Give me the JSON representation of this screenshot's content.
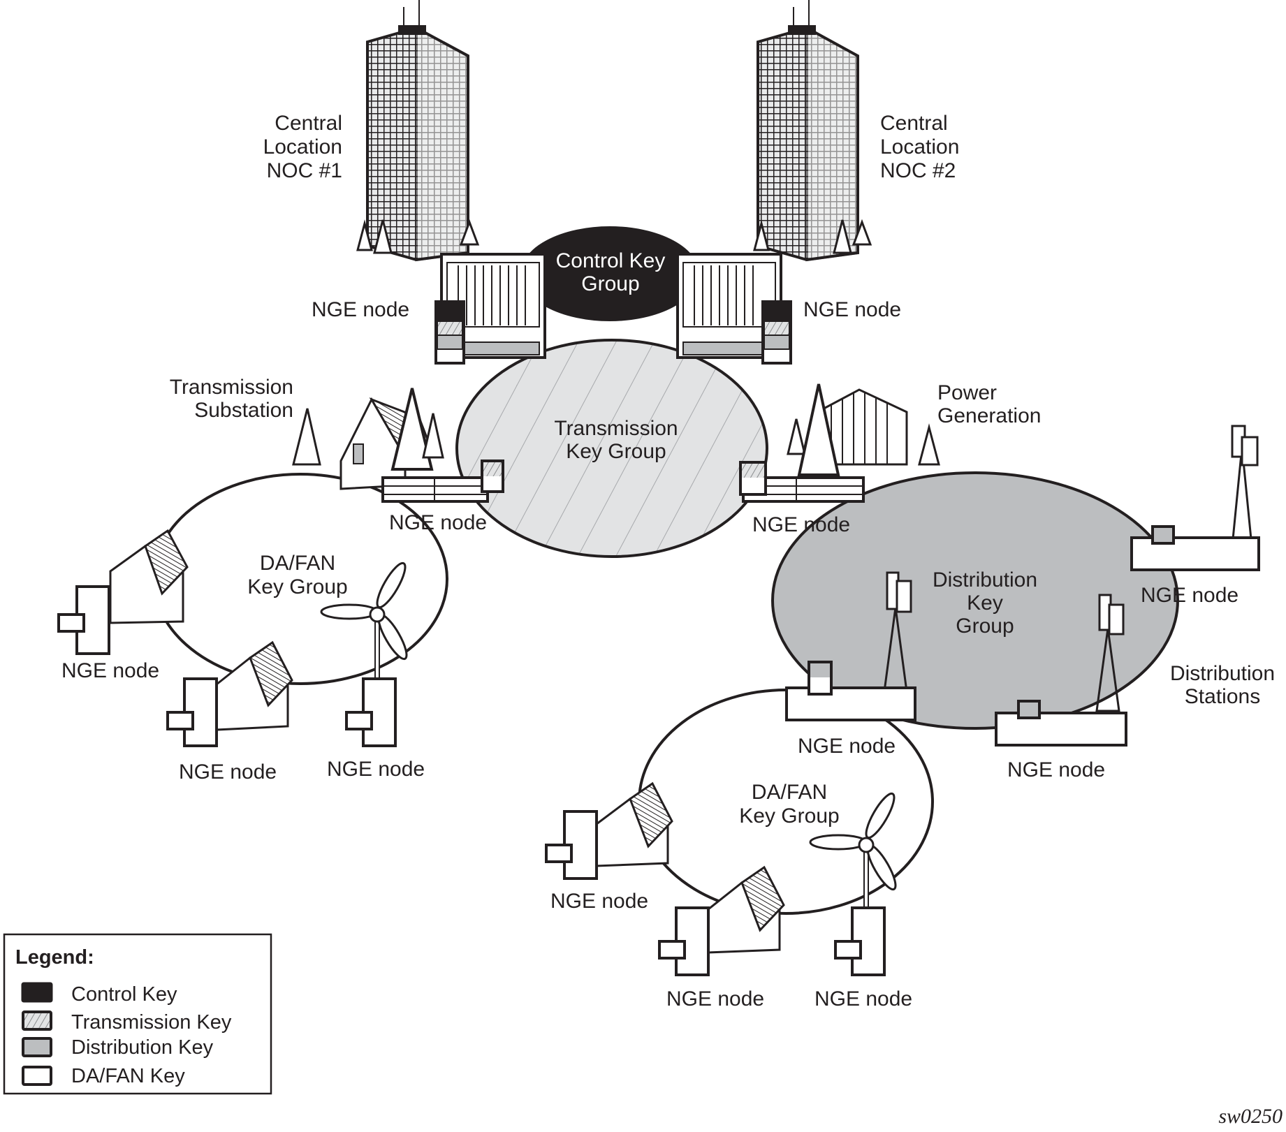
{
  "figure_id": "sw0250",
  "colors": {
    "control_key": "#231f20",
    "transmission_key": "#e2e3e4",
    "transmission_hatch": "#a7a9ac",
    "distribution_key": "#bcbec0",
    "dafan_key": "#ffffff",
    "ink": "#231f20"
  },
  "locations": {
    "noc1": [
      "Central",
      "Location",
      "NOC #1"
    ],
    "noc2": [
      "Central",
      "Location",
      "NOC #2"
    ],
    "transmission_substation": [
      "Transmission",
      "Substation"
    ],
    "power_generation": [
      "Power",
      "Generation"
    ],
    "distribution_stations": [
      "Distribution",
      "Stations"
    ]
  },
  "groups": {
    "control": [
      "Control Key",
      "Group"
    ],
    "transmission": [
      "Transmission",
      "Key Group"
    ],
    "distribution": [
      "Distribution",
      "Key",
      "Group"
    ],
    "dafan_left": [
      "DA/FAN",
      "Key Group"
    ],
    "dafan_bottom": [
      "DA/FAN",
      "Key Group"
    ]
  },
  "nodes": {
    "noc1": "NGE node",
    "noc2": "NGE node",
    "transmission_substation": "NGE node",
    "power_generation": "NGE node",
    "dist_top_right": "NGE node",
    "dist_bottom_left": "NGE node",
    "dist_bottom_right": "NGE node",
    "dafan_left_house1": "NGE node",
    "dafan_left_house2": "NGE node",
    "dafan_left_turbine": "NGE node",
    "dafan_bottom_house1": "NGE node",
    "dafan_bottom_house2": "NGE node",
    "dafan_bottom_turbine": "NGE node"
  },
  "legend": {
    "title": "Legend:",
    "items": [
      {
        "key": "control",
        "label": "Control Key"
      },
      {
        "key": "transmission",
        "label": "Transmission Key"
      },
      {
        "key": "distribution",
        "label": "Distribution Key"
      },
      {
        "key": "dafan",
        "label": "DA/FAN Key"
      }
    ]
  }
}
